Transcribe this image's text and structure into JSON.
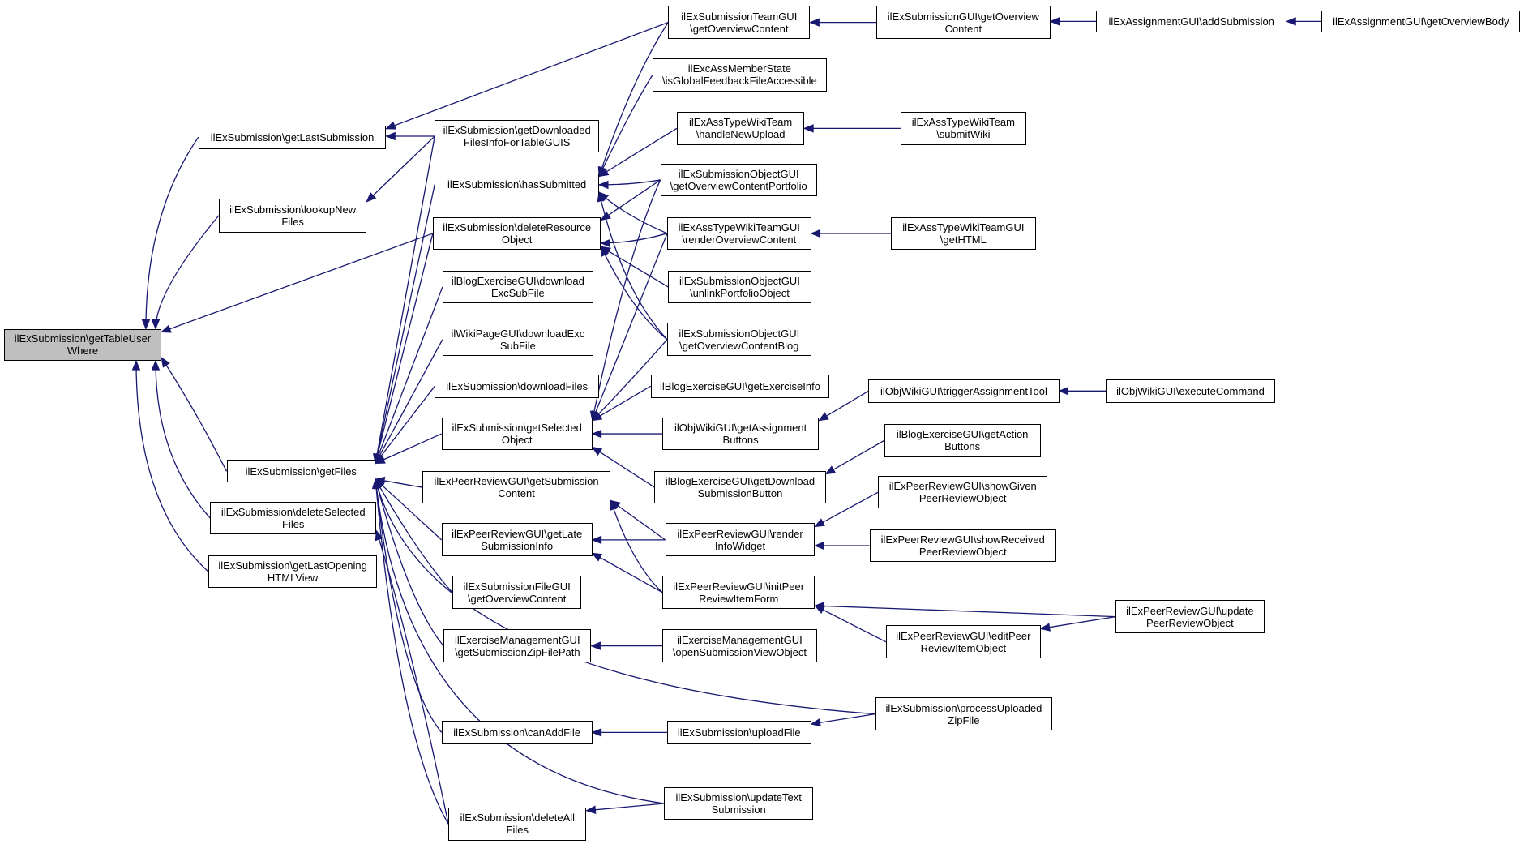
{
  "diagram": {
    "colors": {
      "edge": "#191970",
      "focus_fill": "#bfbfbf",
      "node_fill": "#ffffff",
      "border": "#000000"
    },
    "nodes": [
      {
        "id": "n0",
        "label": "ilExSubmission\\getTableUser\nWhere",
        "focus": true
      },
      {
        "id": "n1",
        "label": "ilExSubmission\\getLastSubmission"
      },
      {
        "id": "n2",
        "label": "ilExSubmission\\lookupNew\nFiles"
      },
      {
        "id": "n3",
        "label": "ilExSubmission\\getFiles"
      },
      {
        "id": "n4",
        "label": "ilExSubmission\\deleteSelected\nFiles"
      },
      {
        "id": "n5",
        "label": "ilExSubmission\\getLastOpening\nHTMLView"
      },
      {
        "id": "n6",
        "label": "ilExSubmission\\getDownloaded\nFilesInfoForTableGUIS"
      },
      {
        "id": "n7",
        "label": "ilExSubmission\\hasSubmitted"
      },
      {
        "id": "n8",
        "label": "ilExSubmission\\deleteResource\nObject"
      },
      {
        "id": "n9",
        "label": "ilBlogExerciseGUI\\download\nExcSubFile"
      },
      {
        "id": "n10",
        "label": "ilWikiPageGUI\\downloadExc\nSubFile"
      },
      {
        "id": "n11",
        "label": "ilExSubmission\\downloadFiles"
      },
      {
        "id": "n12",
        "label": "ilExSubmission\\getSelected\nObject"
      },
      {
        "id": "n13",
        "label": "ilExPeerReviewGUI\\getSubmission\nContent"
      },
      {
        "id": "n14",
        "label": "ilExPeerReviewGUI\\getLate\nSubmissionInfo"
      },
      {
        "id": "n15",
        "label": "ilExSubmissionFileGUI\n\\getOverviewContent"
      },
      {
        "id": "n16",
        "label": "ilExerciseManagementGUI\n\\getSubmissionZipFilePath"
      },
      {
        "id": "n17",
        "label": "ilExSubmission\\canAddFile"
      },
      {
        "id": "n18",
        "label": "ilExSubmission\\deleteAll\nFiles"
      },
      {
        "id": "n19",
        "label": "ilExSubmissionTeamGUI\n\\getOverviewContent"
      },
      {
        "id": "n20",
        "label": "ilExcAssMemberState\n\\isGlobalFeedbackFileAccessible"
      },
      {
        "id": "n21",
        "label": "ilExAssTypeWikiTeam\n\\handleNewUpload"
      },
      {
        "id": "n22",
        "label": "ilExSubmissionObjectGUI\n\\getOverviewContentPortfolio"
      },
      {
        "id": "n23",
        "label": "ilExAssTypeWikiTeamGUI\n\\renderOverviewContent"
      },
      {
        "id": "n24",
        "label": "ilExSubmissionObjectGUI\n\\unlinkPortfolioObject"
      },
      {
        "id": "n25",
        "label": "ilExSubmissionObjectGUI\n\\getOverviewContentBlog"
      },
      {
        "id": "n26",
        "label": "ilBlogExerciseGUI\\getExerciseInfo"
      },
      {
        "id": "n27",
        "label": "ilObjWikiGUI\\getAssignment\nButtons"
      },
      {
        "id": "n28",
        "label": "ilBlogExerciseGUI\\getDownload\nSubmissionButton"
      },
      {
        "id": "n29",
        "label": "ilExPeerReviewGUI\\render\nInfoWidget"
      },
      {
        "id": "n30",
        "label": "ilExPeerReviewGUI\\initPeer\nReviewItemForm"
      },
      {
        "id": "n31",
        "label": "ilExerciseManagementGUI\n\\openSubmissionViewObject"
      },
      {
        "id": "n32",
        "label": "ilExSubmission\\uploadFile"
      },
      {
        "id": "n33",
        "label": "ilExSubmission\\updateText\nSubmission"
      },
      {
        "id": "n34",
        "label": "ilExSubmissionGUI\\getOverview\nContent"
      },
      {
        "id": "n35",
        "label": "ilExAssTypeWikiTeam\n\\submitWiki"
      },
      {
        "id": "n36",
        "label": "ilExAssTypeWikiTeamGUI\n\\getHTML"
      },
      {
        "id": "n37",
        "label": "ilObjWikiGUI\\triggerAssignmentTool"
      },
      {
        "id": "n38",
        "label": "ilBlogExerciseGUI\\getAction\nButtons"
      },
      {
        "id": "n39",
        "label": "ilExPeerReviewGUI\\showGiven\nPeerReviewObject"
      },
      {
        "id": "n40",
        "label": "ilExPeerReviewGUI\\showReceived\nPeerReviewObject"
      },
      {
        "id": "n41",
        "label": "ilExPeerReviewGUI\\editPeer\nReviewItemObject"
      },
      {
        "id": "n42",
        "label": "ilExSubmission\\processUploaded\nZipFile"
      },
      {
        "id": "n43",
        "label": "ilExAssignmentGUI\\addSubmission"
      },
      {
        "id": "n44",
        "label": "ilObjWikiGUI\\executeCommand"
      },
      {
        "id": "n45",
        "label": "ilExPeerReviewGUI\\update\nPeerReviewObject"
      },
      {
        "id": "n46",
        "label": "ilExAssignmentGUI\\getOverviewBody"
      }
    ],
    "edges": [
      {
        "from": "n1",
        "to": "n0"
      },
      {
        "from": "n2",
        "to": "n0"
      },
      {
        "from": "n3",
        "to": "n0"
      },
      {
        "from": "n4",
        "to": "n0"
      },
      {
        "from": "n5",
        "to": "n0"
      },
      {
        "from": "n8",
        "to": "n0"
      },
      {
        "from": "n19",
        "to": "n1"
      },
      {
        "from": "n6",
        "to": "n1"
      },
      {
        "from": "n6",
        "to": "n2"
      },
      {
        "from": "n6",
        "to": "n3"
      },
      {
        "from": "n7",
        "to": "n3"
      },
      {
        "from": "n8",
        "to": "n3"
      },
      {
        "from": "n9",
        "to": "n3"
      },
      {
        "from": "n10",
        "to": "n3"
      },
      {
        "from": "n11",
        "to": "n3"
      },
      {
        "from": "n12",
        "to": "n3"
      },
      {
        "from": "n13",
        "to": "n3"
      },
      {
        "from": "n14",
        "to": "n3"
      },
      {
        "from": "n15",
        "to": "n3"
      },
      {
        "from": "n16",
        "to": "n3"
      },
      {
        "from": "n17",
        "to": "n3"
      },
      {
        "from": "n18",
        "to": "n3"
      },
      {
        "from": "n42",
        "to": "n3"
      },
      {
        "from": "n33",
        "to": "n3"
      },
      {
        "from": "n18",
        "to": "n4"
      },
      {
        "from": "n19",
        "to": "n7"
      },
      {
        "from": "n20",
        "to": "n7"
      },
      {
        "from": "n21",
        "to": "n7"
      },
      {
        "from": "n22",
        "to": "n7"
      },
      {
        "from": "n23",
        "to": "n7"
      },
      {
        "from": "n25",
        "to": "n7"
      },
      {
        "from": "n22",
        "to": "n8"
      },
      {
        "from": "n23",
        "to": "n8"
      },
      {
        "from": "n24",
        "to": "n8"
      },
      {
        "from": "n25",
        "to": "n8"
      },
      {
        "from": "n22",
        "to": "n12"
      },
      {
        "from": "n23",
        "to": "n12"
      },
      {
        "from": "n25",
        "to": "n12"
      },
      {
        "from": "n26",
        "to": "n12"
      },
      {
        "from": "n27",
        "to": "n12"
      },
      {
        "from": "n28",
        "to": "n12"
      },
      {
        "from": "n29",
        "to": "n13"
      },
      {
        "from": "n30",
        "to": "n13"
      },
      {
        "from": "n29",
        "to": "n14"
      },
      {
        "from": "n30",
        "to": "n14"
      },
      {
        "from": "n31",
        "to": "n16"
      },
      {
        "from": "n32",
        "to": "n17"
      },
      {
        "from": "n33",
        "to": "n18"
      },
      {
        "from": "n34",
        "to": "n19"
      },
      {
        "from": "n35",
        "to": "n21"
      },
      {
        "from": "n36",
        "to": "n23"
      },
      {
        "from": "n37",
        "to": "n27"
      },
      {
        "from": "n38",
        "to": "n28"
      },
      {
        "from": "n39",
        "to": "n29"
      },
      {
        "from": "n40",
        "to": "n29"
      },
      {
        "from": "n45",
        "to": "n30"
      },
      {
        "from": "n41",
        "to": "n30"
      },
      {
        "from": "n42",
        "to": "n32"
      },
      {
        "from": "n43",
        "to": "n34"
      },
      {
        "from": "n44",
        "to": "n37"
      },
      {
        "from": "n45",
        "to": "n41"
      },
      {
        "from": "n46",
        "to": "n43"
      }
    ]
  }
}
